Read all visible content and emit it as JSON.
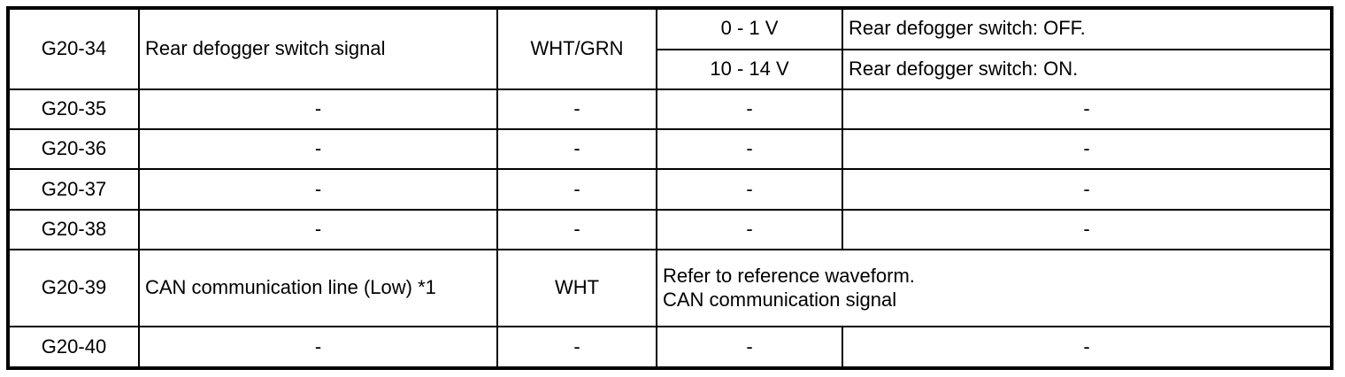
{
  "table": {
    "columns": [
      "pin",
      "description",
      "wire_color",
      "voltage",
      "condition"
    ],
    "rows": [
      {
        "pin": "G20-34",
        "description": "Rear defogger switch signal",
        "wire_color": "WHT/GRN",
        "measurements": [
          {
            "voltage": "0 - 1 V",
            "condition": "Rear defogger switch: OFF."
          },
          {
            "voltage": "10 - 14 V",
            "condition": "Rear defogger switch: ON."
          }
        ]
      },
      {
        "pin": "G20-35",
        "description": "-",
        "wire_color": "-",
        "voltage": "-",
        "condition": "-"
      },
      {
        "pin": "G20-36",
        "description": "-",
        "wire_color": "-",
        "voltage": "-",
        "condition": "-"
      },
      {
        "pin": "G20-37",
        "description": "-",
        "wire_color": "-",
        "voltage": "-",
        "condition": "-"
      },
      {
        "pin": "G20-38",
        "description": "-",
        "wire_color": "-",
        "voltage": "-",
        "condition": "-"
      },
      {
        "pin": "G20-39",
        "description": "CAN communication line (Low) *1",
        "wire_color": "WHT",
        "note_line_1": "Refer to reference waveform.",
        "note_line_2": "CAN communication signal"
      },
      {
        "pin": "G20-40",
        "description": "-",
        "wire_color": "-",
        "voltage": "-",
        "condition": "-"
      }
    ]
  }
}
